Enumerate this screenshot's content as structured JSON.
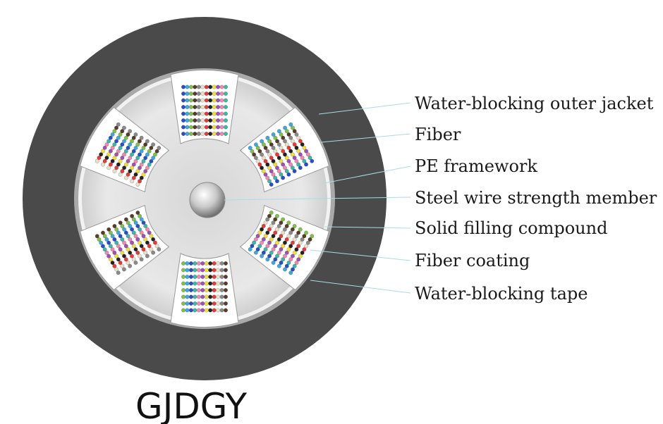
{
  "title": "GJDGY",
  "labels": {
    "jacket": "Water-blocking outer jacket",
    "fiber": "Fiber",
    "framework": "PE framework",
    "strength": "Steel wire strength member",
    "filling": "Solid filling compound",
    "coating": "Fiber coating",
    "tape": "Water-blocking tape"
  },
  "colors": {
    "jacket": "#4a4a4a",
    "tape": "#a9a9a9",
    "framework": "#e2e2e2",
    "slot": "#ffffff",
    "leader": "#a8dde0"
  },
  "fiber_colors": [
    "#2b4dc9",
    "#3fa8e0",
    "#7fc24a",
    "#5a3b2a",
    "#8a8a8a",
    "#e8e0c8",
    "#e83a3a",
    "#222222",
    "#f2e03a",
    "#a050b8",
    "#f08ab0",
    "#3ab8a8"
  ],
  "slot_angles_deg": [
    270,
    330,
    30,
    90,
    150,
    210
  ]
}
